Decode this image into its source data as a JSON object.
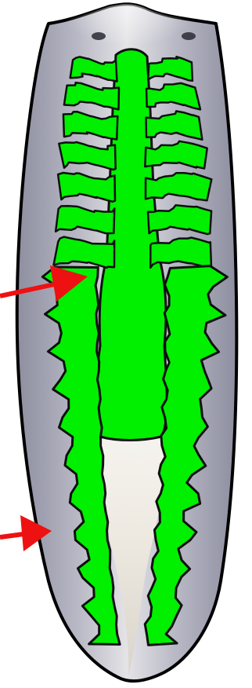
{
  "figure": {
    "subject": "planarian-digestive-system",
    "colors": {
      "background": "#ffffff",
      "body_fill_light": "#e4e3e6",
      "body_fill_mid": "#b9b9c6",
      "body_fill_dark": "#8d8e9f",
      "body_outline": "#000000",
      "gut": "#00f000",
      "gut_outline": "#101010",
      "pharynx_pocket": "#eeeae2",
      "eyespot": "#2a2a34",
      "arrow": "#ee1111"
    },
    "arrows": [
      {
        "name": "upper-arrow",
        "points_to": "intestine"
      },
      {
        "name": "lower-arrow",
        "points_to": "body-wall"
      }
    ]
  }
}
